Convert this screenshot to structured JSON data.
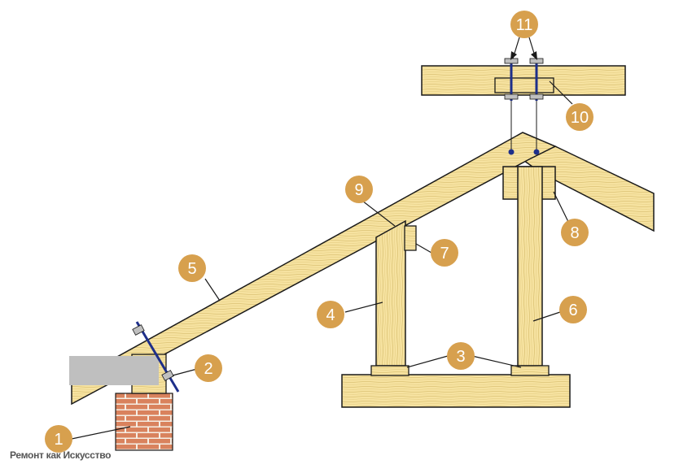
{
  "colors": {
    "wood": "#f6e2a0",
    "wood_grain": "#d9bf6a",
    "outline": "#1a1a1a",
    "callout": "#d7a04e",
    "brick": "#d9825d",
    "mortar": "#f5eee4",
    "bolt": "#1e2f8a",
    "mauerlat": "#bfbfbf"
  },
  "callouts": [
    {
      "id": "1",
      "label": "1"
    },
    {
      "id": "2",
      "label": "2"
    },
    {
      "id": "3",
      "label": "3"
    },
    {
      "id": "4",
      "label": "4"
    },
    {
      "id": "5",
      "label": "5"
    },
    {
      "id": "6",
      "label": "6"
    },
    {
      "id": "7",
      "label": "7"
    },
    {
      "id": "8",
      "label": "8"
    },
    {
      "id": "9",
      "label": "9"
    },
    {
      "id": "10",
      "label": "10"
    },
    {
      "id": "11",
      "label": "11"
    }
  ],
  "watermark": "Ремонт как Искусство"
}
